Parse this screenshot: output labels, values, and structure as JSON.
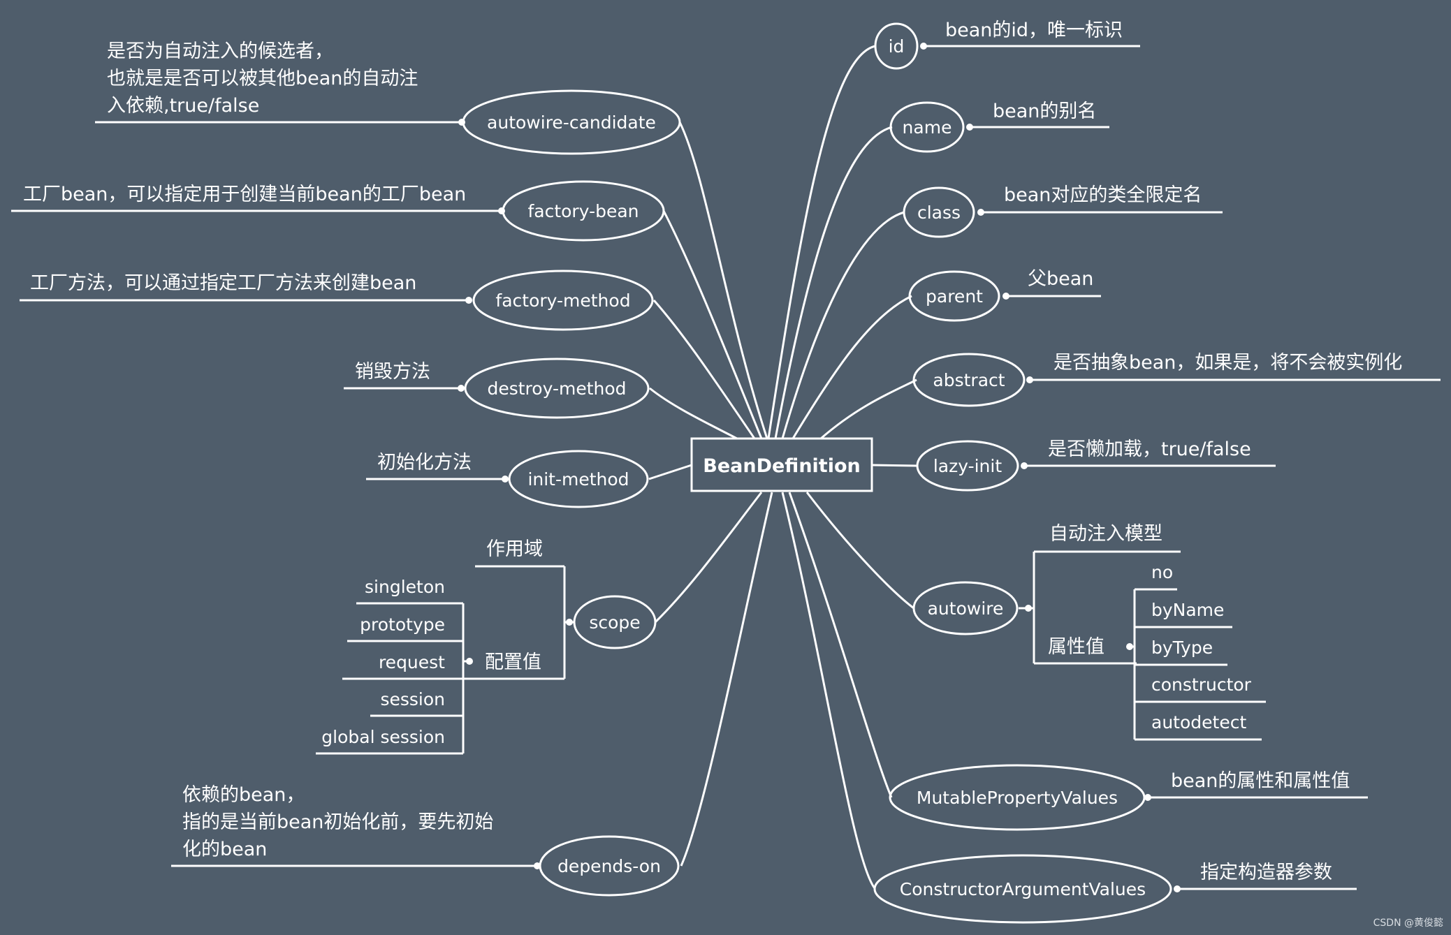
{
  "root": {
    "label": "BeanDefinition"
  },
  "left_nodes": {
    "autowire_candidate": {
      "label": "autowire-candidate",
      "desc": [
        "是否为自动注入的候选者，",
        "也就是是否可以被其他bean的自动注",
        "入依赖,true/false"
      ]
    },
    "factory_bean": {
      "label": "factory-bean",
      "desc": "工厂bean，可以指定用于创建当前bean的工厂bean"
    },
    "factory_method": {
      "label": "factory-method",
      "desc": "工厂方法，可以通过指定工厂方法来创建bean"
    },
    "destroy_method": {
      "label": "destroy-method",
      "desc": "销毁方法"
    },
    "init_method": {
      "label": "init-method",
      "desc": "初始化方法"
    },
    "scope": {
      "label": "scope",
      "scope_title": "作用域",
      "values_title": "配置值",
      "values": [
        "singleton",
        "prototype",
        "request",
        "session",
        "global session"
      ]
    },
    "depends_on": {
      "label": "depends-on",
      "desc": [
        "依赖的bean，",
        "指的是当前bean初始化前，要先初始",
        "化的bean"
      ]
    }
  },
  "right_nodes": {
    "id": {
      "label": "id",
      "desc": "bean的id，唯一标识"
    },
    "name": {
      "label": "name",
      "desc": "bean的别名"
    },
    "class": {
      "label": "class",
      "desc": "bean对应的类全限定名"
    },
    "parent": {
      "label": "parent",
      "desc": "父bean"
    },
    "abstract": {
      "label": "abstract",
      "desc": "是否抽象bean，如果是，将不会被实例化"
    },
    "lazy_init": {
      "label": "lazy-init",
      "desc": "是否懒加载，true/false"
    },
    "autowire": {
      "label": "autowire",
      "model_title": "自动注入模型",
      "values_title": "属性值",
      "values": [
        "no",
        "byName",
        "byType",
        "constructor",
        "autodetect"
      ]
    },
    "mutable_property_values": {
      "label": "MutablePropertyValues",
      "desc": "bean的属性和属性值"
    },
    "constructor_argument_values": {
      "label": "ConstructorArgumentValues",
      "desc": "指定构造器参数"
    }
  },
  "watermark": "CSDN @黄俊懿"
}
